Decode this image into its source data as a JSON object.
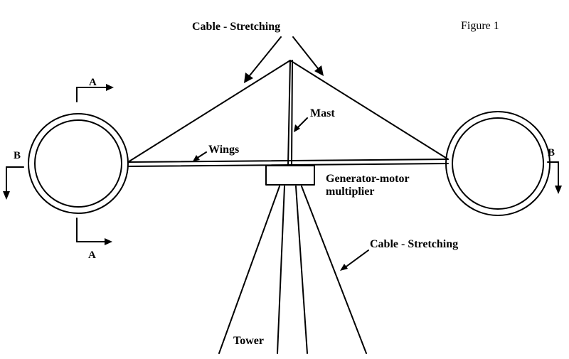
{
  "figure_label": "Figure 1",
  "labels": {
    "cable_top": "Cable - Stretching",
    "mast": "Mast",
    "wings": "Wings",
    "generator_line1": "Generator-motor",
    "generator_line2": "multiplier",
    "cable_right": "Cable - Stretching",
    "tower": "Tower"
  },
  "section_markers": {
    "a_top": "A",
    "a_bottom": "A",
    "b_left": "B",
    "b_right": "B"
  }
}
